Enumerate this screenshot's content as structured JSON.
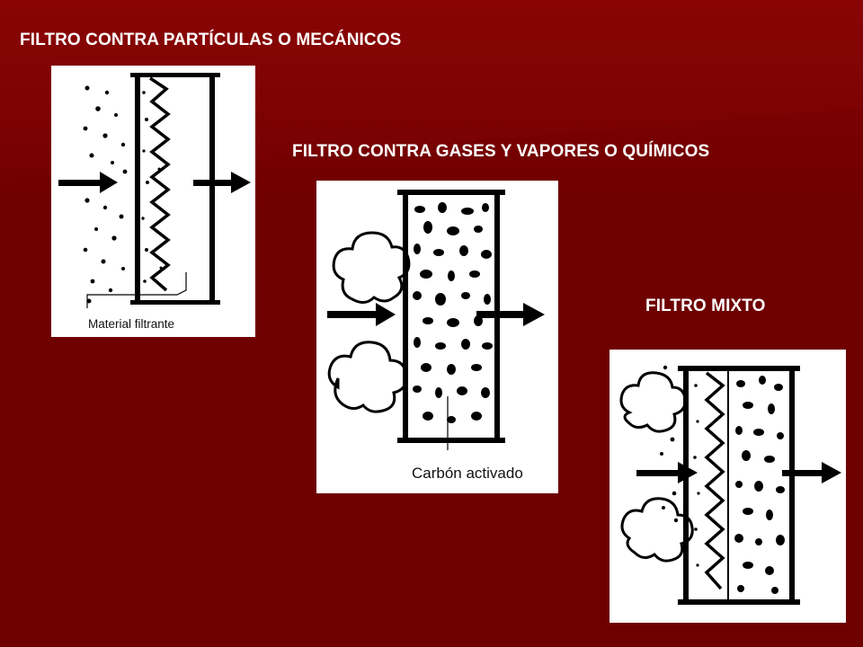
{
  "slide": {
    "titles": {
      "mechanical": "FILTRO CONTRA PARTÍCULAS O MECÁNICOS",
      "chemical": "FILTRO CONTRA GASES Y VAPORES O QUÍMICOS",
      "mixed": "FILTRO MIXTO"
    },
    "captions": {
      "mechanical": "Material filtrante",
      "chemical": "Carbón activado"
    },
    "colors": {
      "background": "#6e0000",
      "title_text": "#ffffff",
      "panel": "#ffffff",
      "ink": "#000000"
    }
  }
}
